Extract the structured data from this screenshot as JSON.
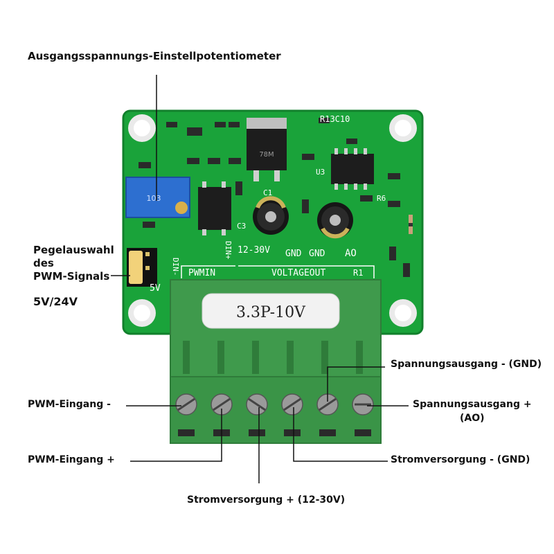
{
  "colors": {
    "pcb": "#1aa33a",
    "pcb_dark": "#12802c",
    "terminal": "#3f9a4c",
    "terminal_dark": "#2f7c3a",
    "trimpot": "#2d6fd0",
    "jumper": "#f2d27a",
    "line": "#111111"
  },
  "annotations": {
    "pot": "Ausgangsspannungs-Einstellpotentiometer",
    "pwm_sel_1": "Pegelauswahl",
    "pwm_sel_2": "des",
    "pwm_sel_3": "PWM-Signals",
    "pwm_levels": "5V/24V",
    "pwm_in_minus": "PWM-Eingang -",
    "pwm_in_plus": "PWM-Eingang +",
    "power_plus": "Stromversorgung + (12-30V)",
    "power_gnd": "Stromversorgung - (GND)",
    "vout_gnd": "Spannungsausgang - (GND)",
    "vout_plus_1": "Spannungsausgang +",
    "vout_plus_2": "(AO)"
  },
  "board": {
    "silk_pwmin": "PWMIN",
    "silk_voltageout": "VOLTAGEOUT",
    "silk_1230v": "12-30V",
    "silk_gnd1": "GND",
    "silk_gnd2": "GND",
    "silk_ao": "AO",
    "silk_5v": "5V",
    "silk_din_minus": "DIN-",
    "silk_din_plus": "DIN+",
    "silk_r1": "R1",
    "silk_r13c10": "R13C10",
    "silk_r6": "R6",
    "silk_c1": "C1",
    "silk_c3": "C3",
    "silk_u3": "U3",
    "regulator_mark": "78M",
    "pot_mark": "103",
    "range_label": "3.3P-10V"
  }
}
